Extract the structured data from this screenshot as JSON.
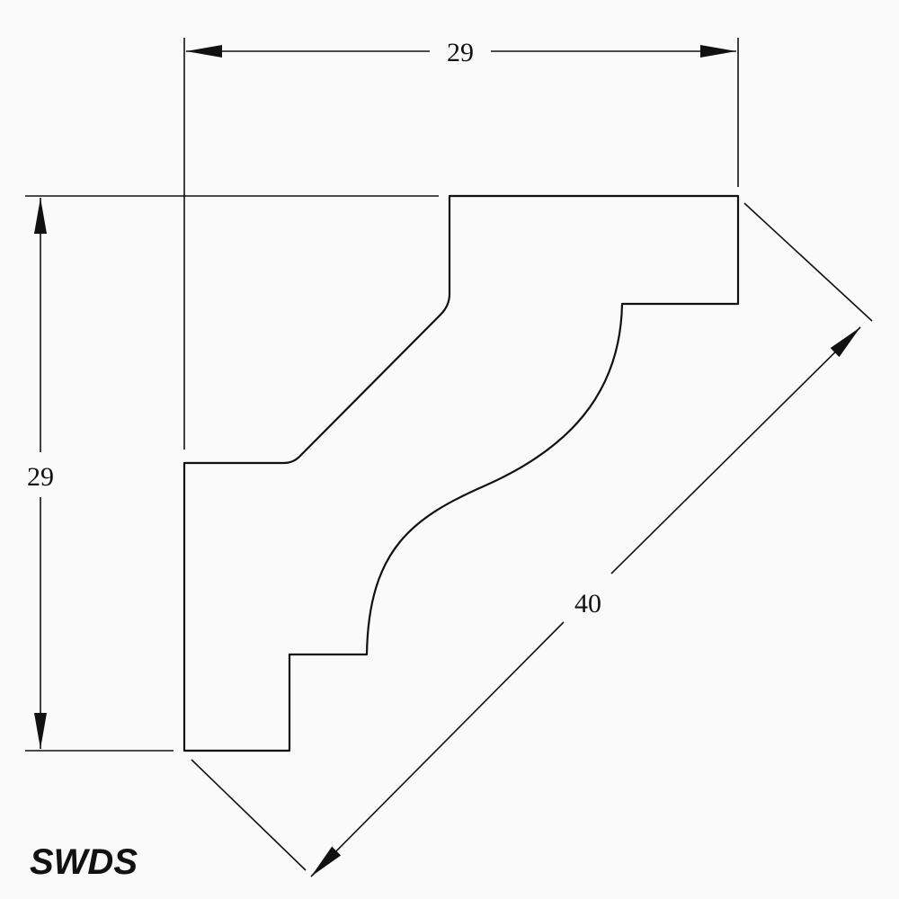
{
  "dimensions": {
    "width": "29",
    "height": "29",
    "diagonal": "40"
  },
  "brand": "SWDS",
  "colors": {
    "line": "#111111",
    "background": "#fafafa"
  }
}
